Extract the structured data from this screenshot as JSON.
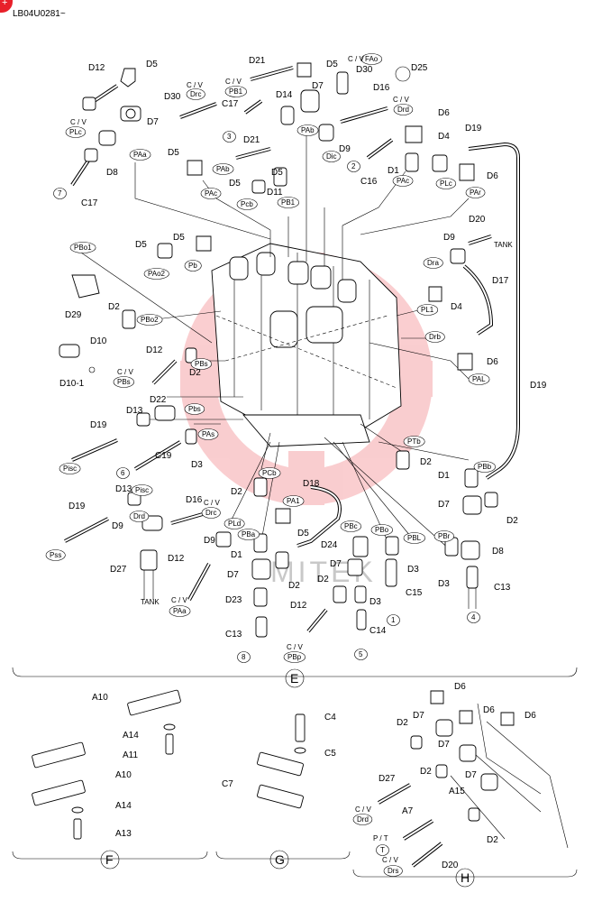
{
  "document": {
    "code": "LB04U0281~",
    "watermark": "MITEK",
    "accent_color": "#e8202a"
  },
  "labels": {
    "D5": "D5",
    "D12": "D12",
    "D7": "D7",
    "D8": "D8",
    "C17": "C17",
    "D21": "D21",
    "D30": "D30",
    "D25": "D25",
    "D14": "D14",
    "D16": "D16",
    "D6": "D6",
    "D19": "D19",
    "D9": "D9",
    "D4": "D4",
    "D1": "D1",
    "C16": "C16",
    "D11": "D11",
    "D20": "D20",
    "D17": "D17",
    "D29": "D29",
    "D2": "D2",
    "D10": "D10",
    "D10_1": "D10-1",
    "D22": "D22",
    "D13": "D13",
    "D3": "D3",
    "C19": "C19",
    "D18": "D18",
    "D27": "D27",
    "D24": "D24",
    "D23": "D23",
    "C13": "C13",
    "C15": "C15",
    "C14": "C14",
    "A10": "A10",
    "A14": "A14",
    "A11": "A11",
    "A13": "A13",
    "C4": "C4",
    "C5": "C5",
    "C7": "C7",
    "A15": "A15",
    "A7": "A7",
    "TANK": "TANK",
    "CV": "C / V"
  },
  "ports": {
    "PLc": "PLc",
    "PAa": "PAa",
    "Drc": "Drc",
    "PB1": "PB1",
    "PAb": "PAb",
    "PAc": "PAc",
    "Pcb": "Pcb",
    "FAo": "FAo",
    "Drd": "Drd",
    "Dic": "Dic",
    "PLc2": "PLc",
    "PAr": "PAr",
    "PBo1": "PBo1",
    "PAo2": "PAo2",
    "Pb": "Pb",
    "PBo2": "PBo2",
    "Dra": "Dra",
    "PL1": "PL1",
    "Drb": "Drb",
    "PAL": "PAL",
    "PBs": "PBs",
    "PBs2": "PBs",
    "Pbs": "Pbs",
    "PAs": "PAs",
    "Pisc": "Pisc",
    "Pss": "Pss",
    "PTb": "PTb",
    "PBb": "PBb",
    "PCb": "PCb",
    "PA1": "PA1",
    "PBc": "PBc",
    "PBo": "PBo",
    "PBL": "PBL",
    "PBr": "PBr",
    "PBa": "PBa",
    "Drd2": "Drd",
    "Drc2": "Drc",
    "PLd": "PLd",
    "PAa2": "PAa",
    "PBp": "PBp",
    "T": "T",
    "Drs": "Drs",
    "PT": "P / T"
  },
  "callouts": [
    "1",
    "2",
    "3",
    "4",
    "5",
    "6",
    "7",
    "8"
  ],
  "sections": {
    "E": "E",
    "F": "F",
    "G": "G",
    "H": "H"
  }
}
